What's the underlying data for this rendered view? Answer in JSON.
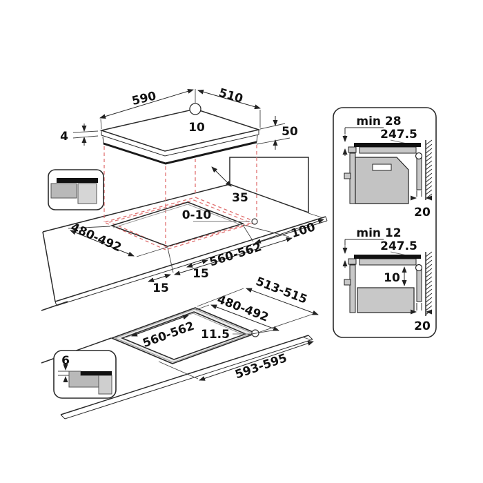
{
  "title": "Induction hob installation dimensions diagram",
  "colors": {
    "line": "#2a2a2a",
    "red_dash": "#e07070",
    "text": "#111111",
    "gray_fill": "#c3c3c3",
    "light_fill": "#d6d6d6",
    "black_fill": "#111111"
  },
  "top_view": {
    "width": "590",
    "depth": "510",
    "rear_center_offset": "10",
    "glass_thickness": "4",
    "body_height": "50"
  },
  "standard_install": {
    "rear_clearance": "35",
    "hob_to_wall_gap": "0-10",
    "cutout_depth": "480-492",
    "cutout_width": "560-562",
    "overhang_side": "15",
    "overhang_front": "15",
    "right_clearance": "100"
  },
  "oven_panel": {
    "min_clearance": "min 28",
    "niche_depth": "247.5",
    "wall_gap": "20"
  },
  "drawer_panel": {
    "min_clearance": "min 12",
    "niche_depth": "247.5",
    "drawer_gap": "10",
    "wall_gap": "20"
  },
  "flush_install": {
    "outer_depth": "513-515",
    "inner_depth": "480-492",
    "inner_width": "560-562",
    "corner_radius": "11.5",
    "outer_width": "593-595",
    "rebate_depth": "6"
  }
}
